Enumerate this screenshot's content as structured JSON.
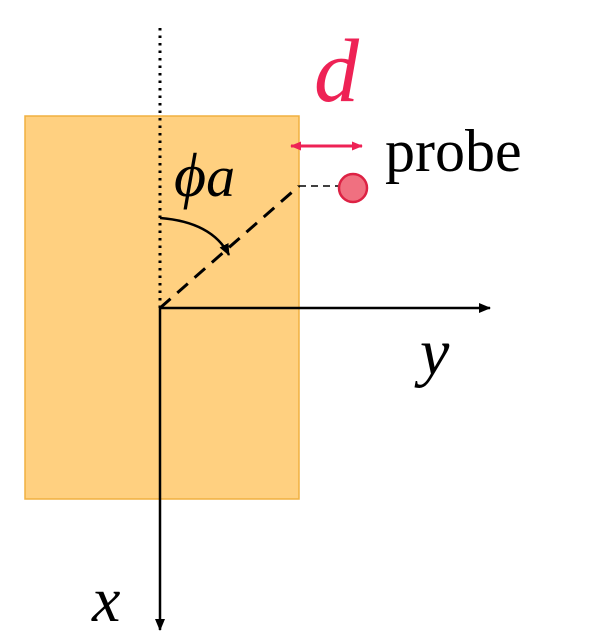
{
  "labels": {
    "distance": "d",
    "probe": "probe",
    "angle_symbol": "ϕ",
    "angle_subscript": "a",
    "y_axis": "y",
    "x_axis": "x"
  },
  "colors": {
    "plate_fill": "#FFD080",
    "plate_stroke": "#F0B040",
    "accent": "#EE2255",
    "probe_fill": "#F07080",
    "probe_stroke": "#DD2244",
    "axis": "#000000"
  },
  "icons": {
    "x_axis_arrow": "arrow-down-icon",
    "y_axis_arrow": "arrow-right-icon",
    "distance_arrow": "double-arrow-icon",
    "angle_arrow": "curved-arrow-icon",
    "probe": "circle-icon"
  }
}
